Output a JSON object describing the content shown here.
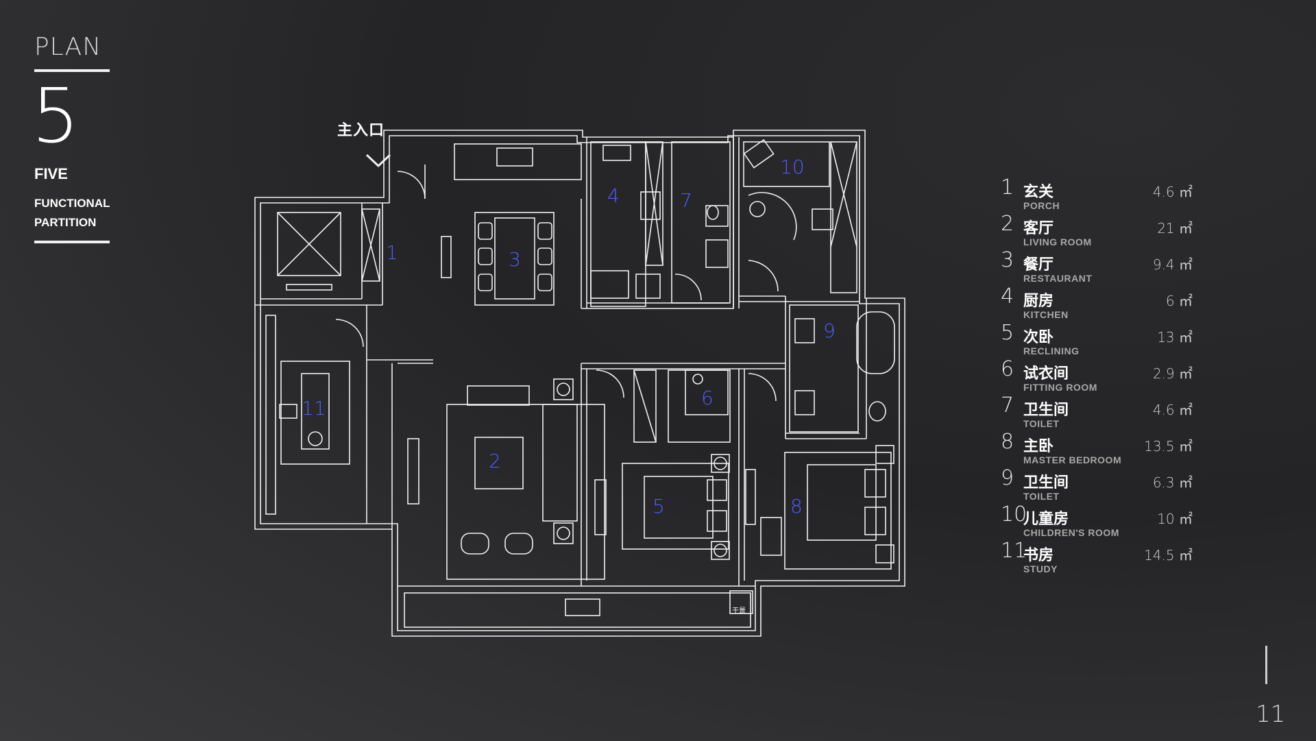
{
  "header": {
    "title": "PLAN",
    "number": "5",
    "number_word": "FIVE",
    "subtitle_line1": "FUNCTIONAL",
    "subtitle_line2": "PARTITION"
  },
  "plan": {
    "entrance_label": "主入口",
    "dry_scene_label": "干景",
    "room_numbers": [
      "1",
      "2",
      "3",
      "4",
      "5",
      "6",
      "7",
      "8",
      "9",
      "10",
      "11"
    ],
    "accent_color": "#4d5cff",
    "line_color": "#f0f0f0"
  },
  "legend": [
    {
      "num": "1",
      "cn": "玄关",
      "en": "PORCH",
      "area": "4.6 ㎡"
    },
    {
      "num": "2",
      "cn": "客厅",
      "en": "LIVING ROOM",
      "area": "21 ㎡"
    },
    {
      "num": "3",
      "cn": "餐厅",
      "en": "RESTAURANT",
      "area": "9.4 ㎡"
    },
    {
      "num": "4",
      "cn": "厨房",
      "en": "KITCHEN",
      "area": "6 ㎡"
    },
    {
      "num": "5",
      "cn": "次卧",
      "en": "RECLINING",
      "area": "13 ㎡"
    },
    {
      "num": "6",
      "cn": "试衣间",
      "en": "FITTING ROOM",
      "area": "2.9 ㎡"
    },
    {
      "num": "7",
      "cn": "卫生间",
      "en": "TOILET",
      "area": "4.6 ㎡"
    },
    {
      "num": "8",
      "cn": " 主卧",
      "en": "MASTER BEDROOM",
      "area": "13.5 ㎡"
    },
    {
      "num": "9",
      "cn": "卫生间",
      "en": "TOILET",
      "area": "6.3 ㎡"
    },
    {
      "num": "10",
      "cn": "儿童房",
      "en": "CHILDREN'S ROOM",
      "area": "10 ㎡"
    },
    {
      "num": "11",
      "cn": "书房",
      "en": "STUDY",
      "area": "14.5 ㎡"
    }
  ],
  "page": {
    "number": "11"
  }
}
